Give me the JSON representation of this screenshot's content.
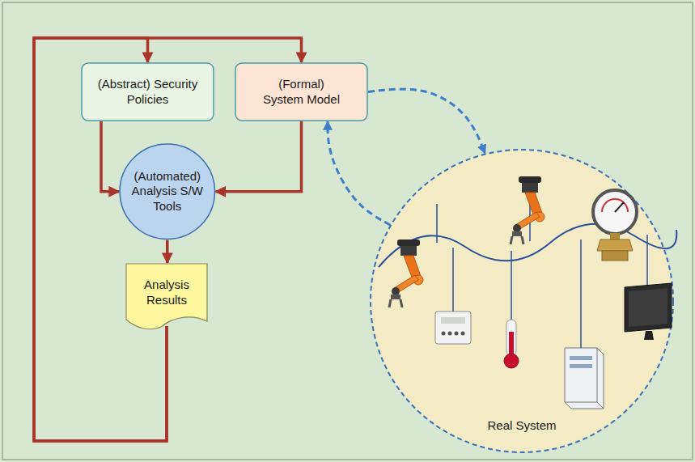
{
  "diagram": {
    "nodes": [
      {
        "text": [
          "(Abstract) Security Policies"
        ]
      },
      {
        "text": [
          "(Formal) System Model"
        ]
      },
      {
        "text": [
          "(Automated) Analysis S/W Tools"
        ]
      },
      {
        "text": [
          "Analysis Results"
        ]
      },
      {
        "text": [
          "Real System"
        ]
      }
    ],
    "edges": [
      {
        "from": 3,
        "to": 0,
        "arrow": "to"
      },
      {
        "from": 3,
        "to": 1,
        "arrow": "to"
      },
      {
        "from": 0,
        "to": 2,
        "arrow": "to"
      },
      {
        "from": 1,
        "to": 2,
        "arrow": "to"
      },
      {
        "from": 2,
        "to": 3,
        "arrow": "to"
      },
      {
        "from": 1,
        "to": 4,
        "arrow": "to"
      },
      {
        "from": 4,
        "to": 1,
        "arrow": "to"
      }
    ]
  }
}
